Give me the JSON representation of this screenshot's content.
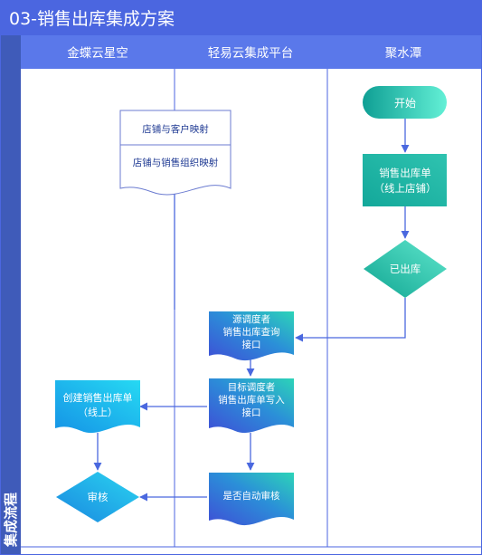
{
  "title": "03-销售出库集成方案",
  "side_label": "集成流程",
  "lanes": [
    "金蝶云星空",
    "轻易云集成平台",
    "聚水潭"
  ],
  "nodes": {
    "start": "开始",
    "sales_order_line1": "销售出库单",
    "sales_order_line2": "（线上店铺）",
    "shipped": "已出库",
    "doc_item1": "店铺与客户映射",
    "doc_item2": "店铺与销售组织映射",
    "src_line1": "源调度者",
    "src_line2": "销售出库查询",
    "src_line3": "接口",
    "tgt_line1": "目标调度者",
    "tgt_line2": "销售出库单写入",
    "tgt_line3": "接口",
    "auto_audit": "是否自动审核",
    "create_line1": "创建销售出库单",
    "create_line2": "（线上）",
    "audit": "审核"
  },
  "colors": {
    "title_bar": "#4b66e0",
    "lane_header": "#5a78ea",
    "side_bar": "#3f5bb9",
    "teal": "#14b3a0",
    "teal_light": "#5ee8cf",
    "blue": "#1a9ee6",
    "cyan": "#22d7f2",
    "purple_blue": "#4a55d8",
    "arrow": "#4a68df"
  }
}
